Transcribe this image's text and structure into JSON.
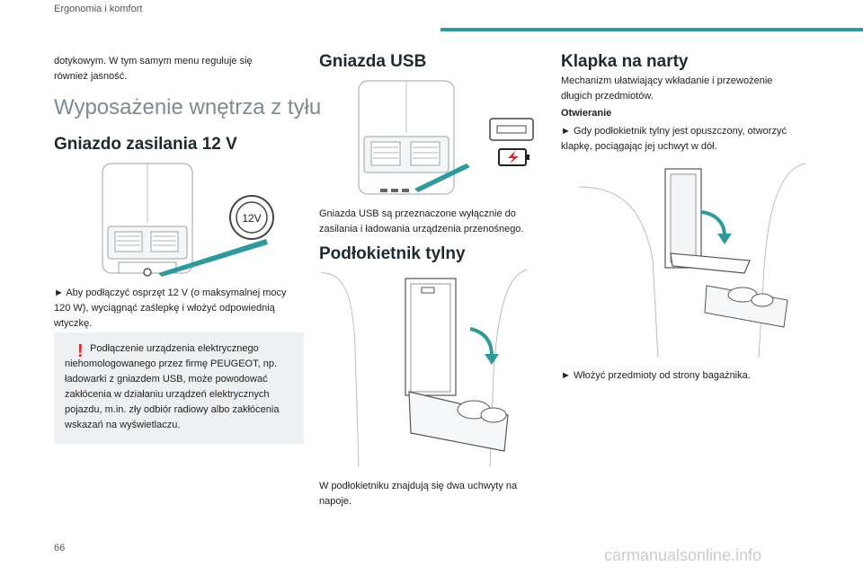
{
  "header": {
    "title": "Ergonomia i komfort"
  },
  "col1": {
    "intro": "dotykowym. W tym samym menu reguluje się również jasność.",
    "section_title": "Wyposażenie wnętrza z tyłu",
    "socket_title": "Gniazdo zasilania 12 V",
    "socket_label": "12V",
    "socket_text": "► Aby podłączyć osprzęt 12 V (o maksymalnej mocy 120 W), wyciągnąć zaślepkę i włożyć odpowiednią wtyczkę.",
    "warning_text": "Podłączenie urządzenia elektrycznego niehomologowanego przez firmę PEUGEOT, np. ładowarki z gniazdem USB, może powodować zakłócenia w działaniu urządzeń elektrycznych pojazdu, m.in. zły odbiór radiowy albo zakłócenia wskazań na wyświetlaczu."
  },
  "col2": {
    "usb_title": "Gniazda USB",
    "usb_text": "Gniazda USB są przeznaczone wyłącznie do zasilania i ładowania urządzenia przenośnego.",
    "armrest_title": "Podłokietnik tylny",
    "armrest_text": "W podłokietniku znajdują się dwa uchwyty na napoje."
  },
  "col3": {
    "ski_title": "Klapka na narty",
    "ski_intro": "Mechanizm ułatwiający wkładanie i przewożenie długich przedmiotów.",
    "opening_title": "Otwieranie",
    "opening_text": "► Gdy podłokietnik tylny jest opuszczony, otworzyć klapkę, pociągając jej uchwyt w dół.",
    "insert_text": "► Włożyć przedmioty od strony bagażnika."
  },
  "footer": {
    "page_number": "66",
    "watermark": "carmanualsonline.info"
  },
  "colors": {
    "accent": "#2e9a9c",
    "warning_bg": "#eef0f2",
    "warning_mark": "#d7282f",
    "section_grey": "#7d8a93"
  }
}
